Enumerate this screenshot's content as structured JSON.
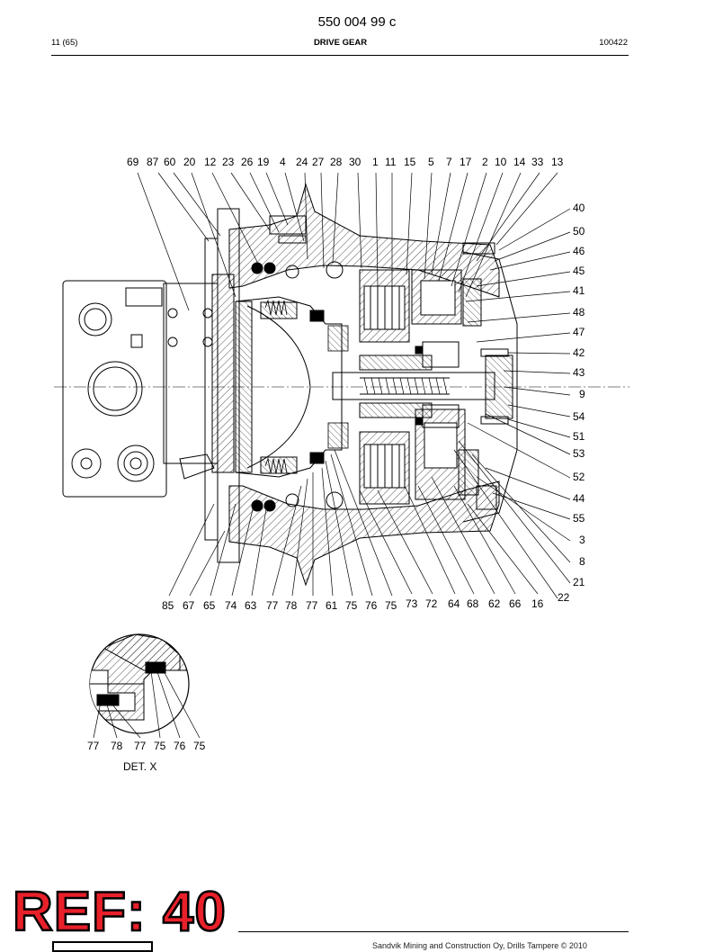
{
  "header": {
    "doc_number": "550 004 99 c",
    "page": "11 (65)",
    "title": "DRIVE GEAR",
    "date": "100422"
  },
  "top_callouts": [
    "69",
    "87",
    "60",
    "20",
    "12",
    "23",
    "26",
    "19",
    "4",
    "24",
    "27",
    "28",
    "30",
    "1",
    "11",
    "15",
    "5",
    "7",
    "17",
    "2",
    "10",
    "14",
    "33",
    "13"
  ],
  "right_callouts": [
    "40",
    "50",
    "46",
    "45",
    "41",
    "48",
    "47",
    "42",
    "43",
    "9",
    "54",
    "51",
    "53",
    "52",
    "44",
    "55",
    "3",
    "8",
    "21",
    "22"
  ],
  "bottom_callouts": [
    "85",
    "67",
    "65",
    "74",
    "63",
    "77",
    "78",
    "77",
    "61",
    "75",
    "76",
    "75",
    "73",
    "72",
    "64",
    "68",
    "62",
    "66",
    "16"
  ],
  "detail": {
    "callouts": [
      "77",
      "78",
      "77",
      "75",
      "76",
      "75"
    ],
    "label": "DET. X"
  },
  "ref_stamp": "REF: 40",
  "footer_text": "Sandvik Mining and Construction Oy, Drills Tampere © 2010"
}
